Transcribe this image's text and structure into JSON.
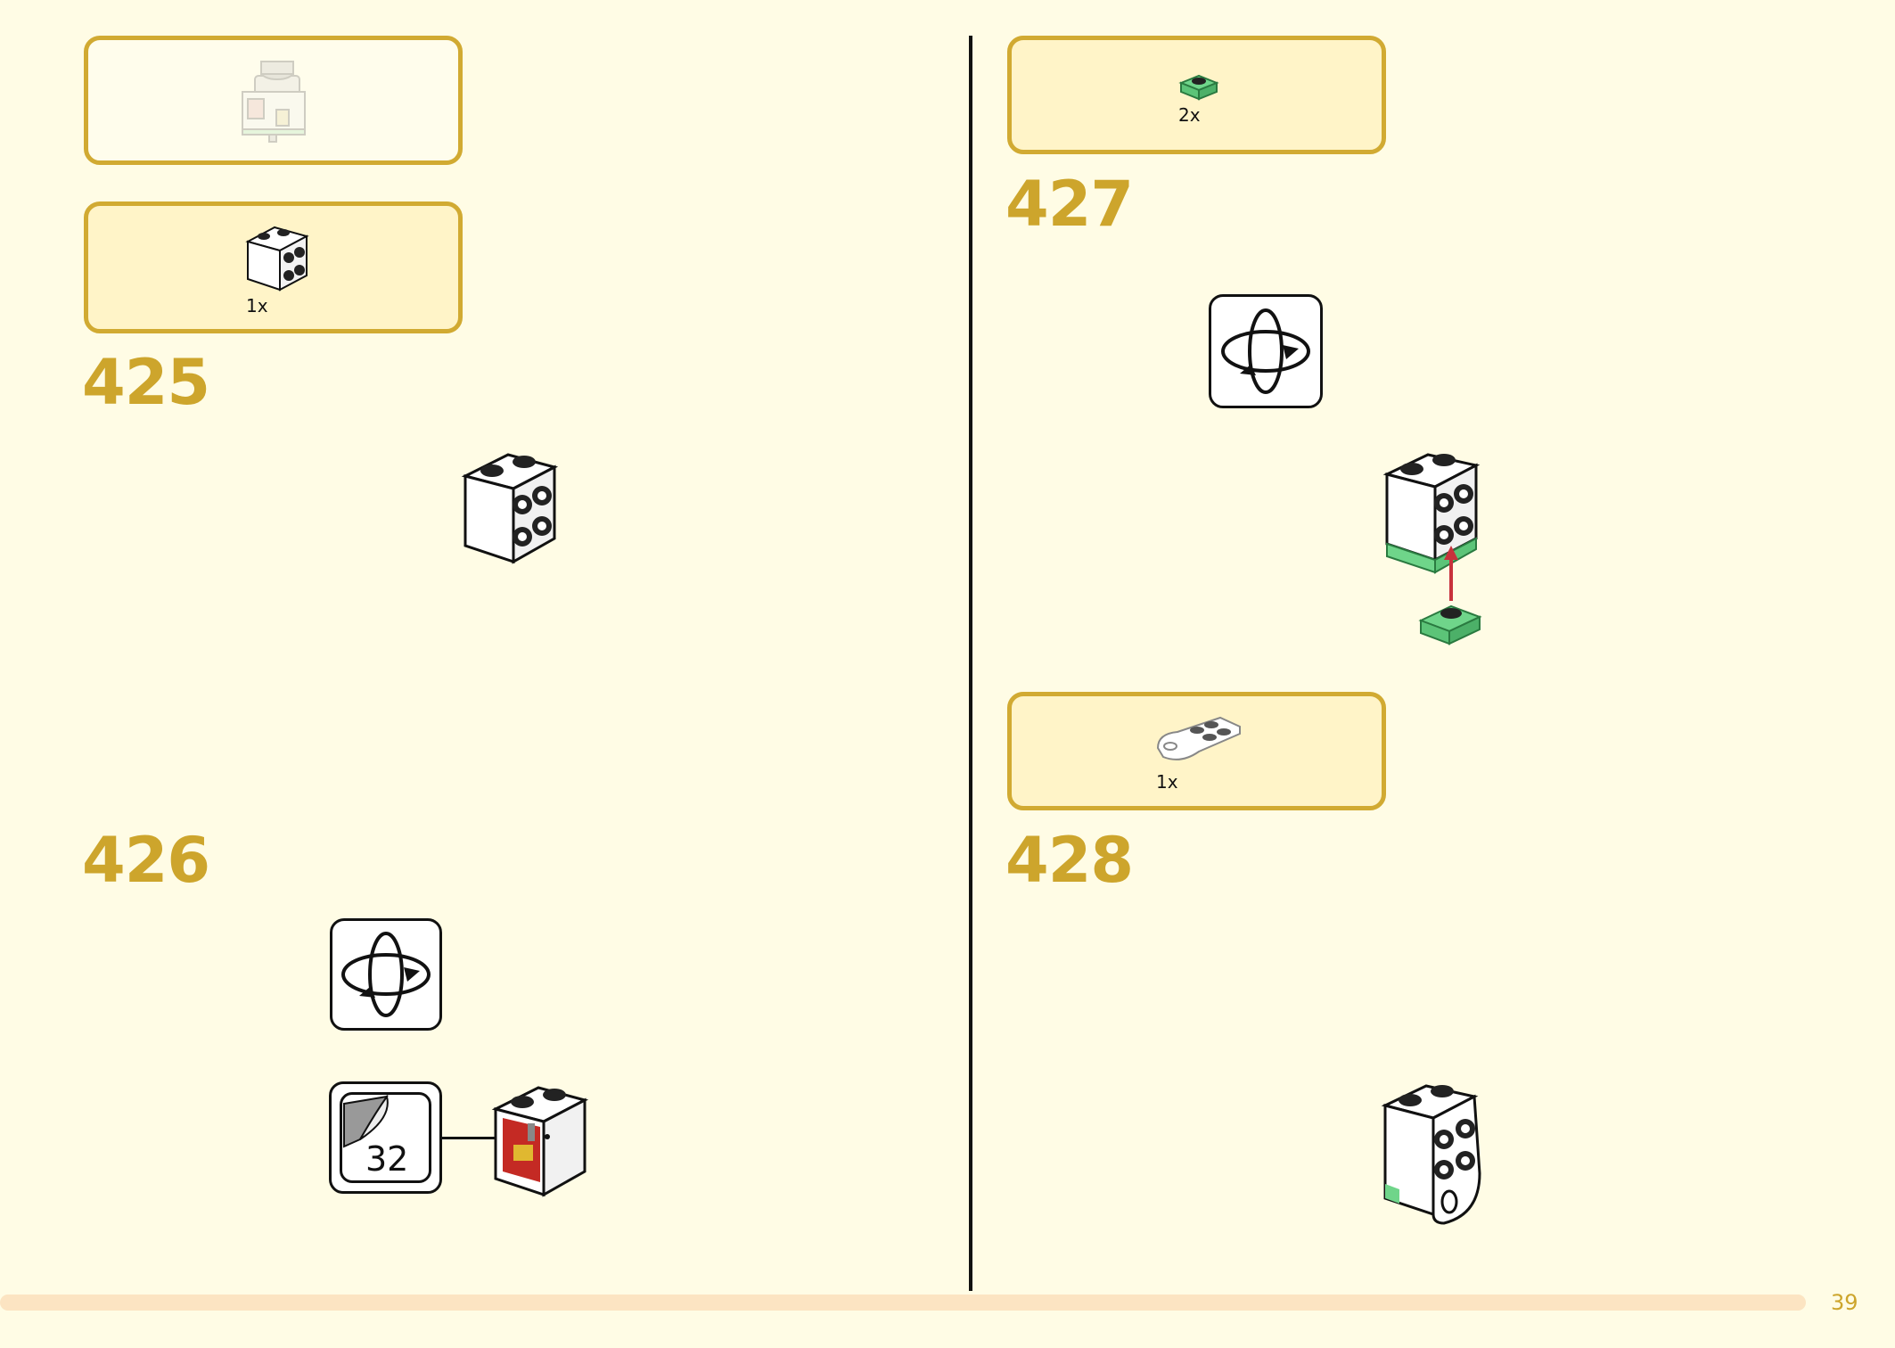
{
  "page": {
    "number": "39"
  },
  "steps": [
    {
      "number": "425",
      "parts": [
        {
          "qty": "1x",
          "icon": "white-brick-1x2-studs-side-icon"
        }
      ]
    },
    {
      "number": "426",
      "sticker": "32",
      "icons": [
        "rotate-model-icon",
        "sticker-icon"
      ]
    },
    {
      "number": "427",
      "parts": [
        {
          "qty": "2x",
          "icon": "trans-green-plate-1x1-icon"
        }
      ],
      "icons": [
        "rotate-model-icon"
      ]
    },
    {
      "number": "428",
      "parts": [
        {
          "qty": "1x",
          "icon": "white-plate-round-end-icon"
        }
      ]
    }
  ],
  "colors": {
    "background": "#fffce5",
    "accent": "#cda52c",
    "callout_border": "#d1aa32",
    "callout_fill": "#fff4c8",
    "trans_green": "#6fd58a",
    "arrow_red": "#c8323c",
    "sticker_red": "#c42a24"
  }
}
